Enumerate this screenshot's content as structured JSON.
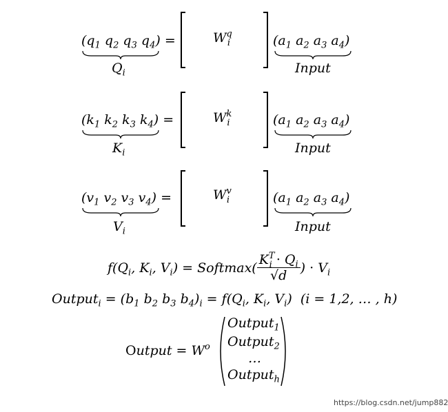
{
  "rows": [
    {
      "lhs_name": "q",
      "label": "Q",
      "weight": "W",
      "weight_sup": "q"
    },
    {
      "lhs_name": "k",
      "label": "K",
      "weight": "W",
      "weight_sup": "k"
    },
    {
      "lhs_name": "v",
      "label": "V",
      "weight": "W",
      "weight_sup": "v"
    }
  ],
  "labels": {
    "Q": "Q",
    "K": "K",
    "V": "V",
    "i": "i",
    "input": "Input",
    "a": "a",
    "eq": "=",
    "one": "1",
    "two": "2",
    "three": "3",
    "four": "4",
    "W": "W",
    "q": "q",
    "k": "k",
    "v": "v",
    "T": "T",
    "o": "o",
    "h": "h",
    "d": "d",
    "b": "b"
  },
  "eq4": {
    "f": "f",
    "softmax": "Softmax",
    "dot": "·",
    "sqrt": "√"
  },
  "eq5": {
    "output": "Output",
    "range": "(i = 1,2, … , h)"
  },
  "eq6": {
    "output_word": "Output",
    "first_letter": "O",
    "rest": "utput",
    "dots": "…"
  },
  "watermark": "https://blog.csdn.net/jump882"
}
